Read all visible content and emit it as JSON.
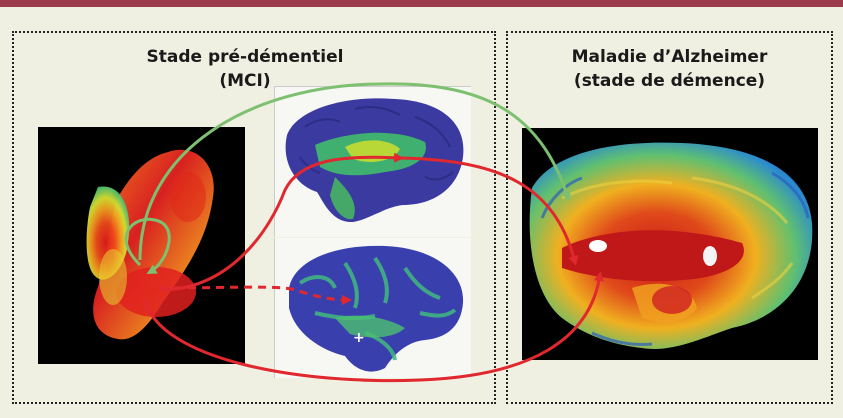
{
  "left_panel": {
    "title": "Stade pré-démentiel\n(MCI)"
  },
  "right_panel": {
    "title": "Maladie d’Alzheimer\n(stade de démence)"
  },
  "colors": {
    "header_bar": "#9b3a4a",
    "background": "#efefe2",
    "green_arrow": "#7dc070",
    "red_arrow": "#e0282e"
  },
  "icons": [
    "hippocampus-heatmap-image",
    "cortex-medial-image",
    "cortex-lateral-image",
    "alzheimer-brain-heatmap-image"
  ]
}
